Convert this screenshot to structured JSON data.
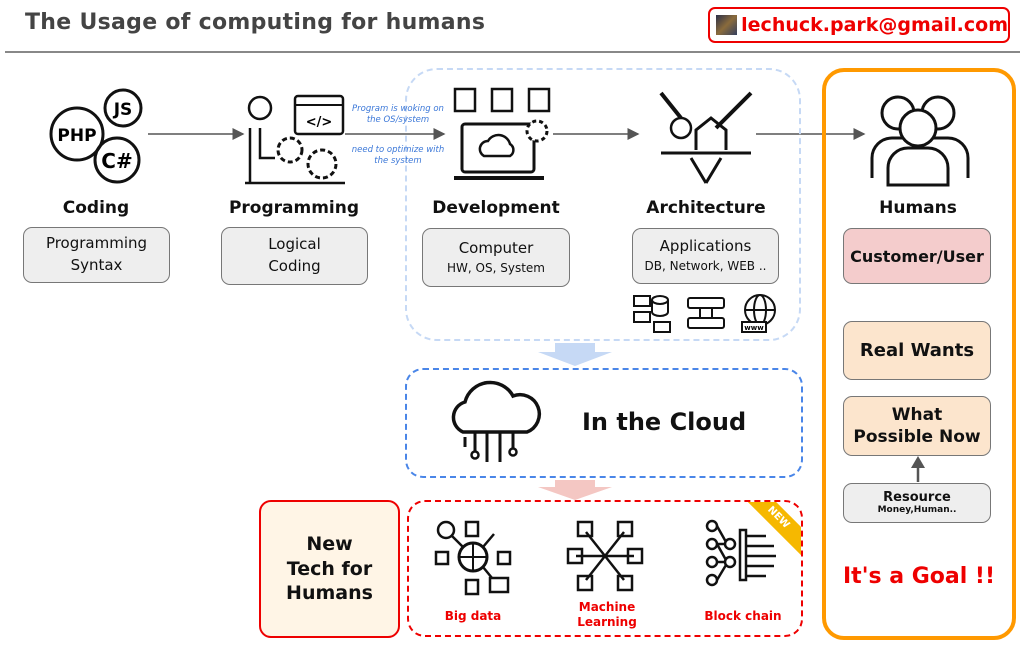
{
  "header": {
    "title": "The Usage of computing for humans",
    "email": "lechuck.park@gmail.com"
  },
  "flow": [
    {
      "label": "Coding",
      "box_line1": "Programming",
      "box_line2": "Syntax"
    },
    {
      "label": "Programming",
      "box_line1": "Logical",
      "box_line2": "Coding"
    },
    {
      "label": "Development",
      "box_line1": "Computer",
      "box_line2": "HW, OS, System"
    },
    {
      "label": "Architecture",
      "box_line1": "Applications",
      "box_line2": "DB, Network, WEB .."
    }
  ],
  "coding_icon_text": {
    "js": "JS",
    "php": "PHP",
    "cs": "C#"
  },
  "notes": {
    "top": "Program is woking on the OS/system",
    "bottom": "need to optimize with the system"
  },
  "cloud": {
    "label": "In the Cloud"
  },
  "new_tech": {
    "label": "New Tech for Humans",
    "items": [
      "Big data",
      "Machine Learning",
      "Block chain"
    ],
    "badge": "NEW"
  },
  "humans": {
    "label": "Humans",
    "customer": "Customer/User",
    "real_wants": "Real Wants",
    "possible": "What Possible Now",
    "resource": "Resource",
    "resource_sub": "Money,Human..",
    "goal": "It's a Goal !!"
  },
  "colors": {
    "accent_orange": "#ff9900",
    "red": "#ee0000",
    "blue": "#4a86e8"
  }
}
